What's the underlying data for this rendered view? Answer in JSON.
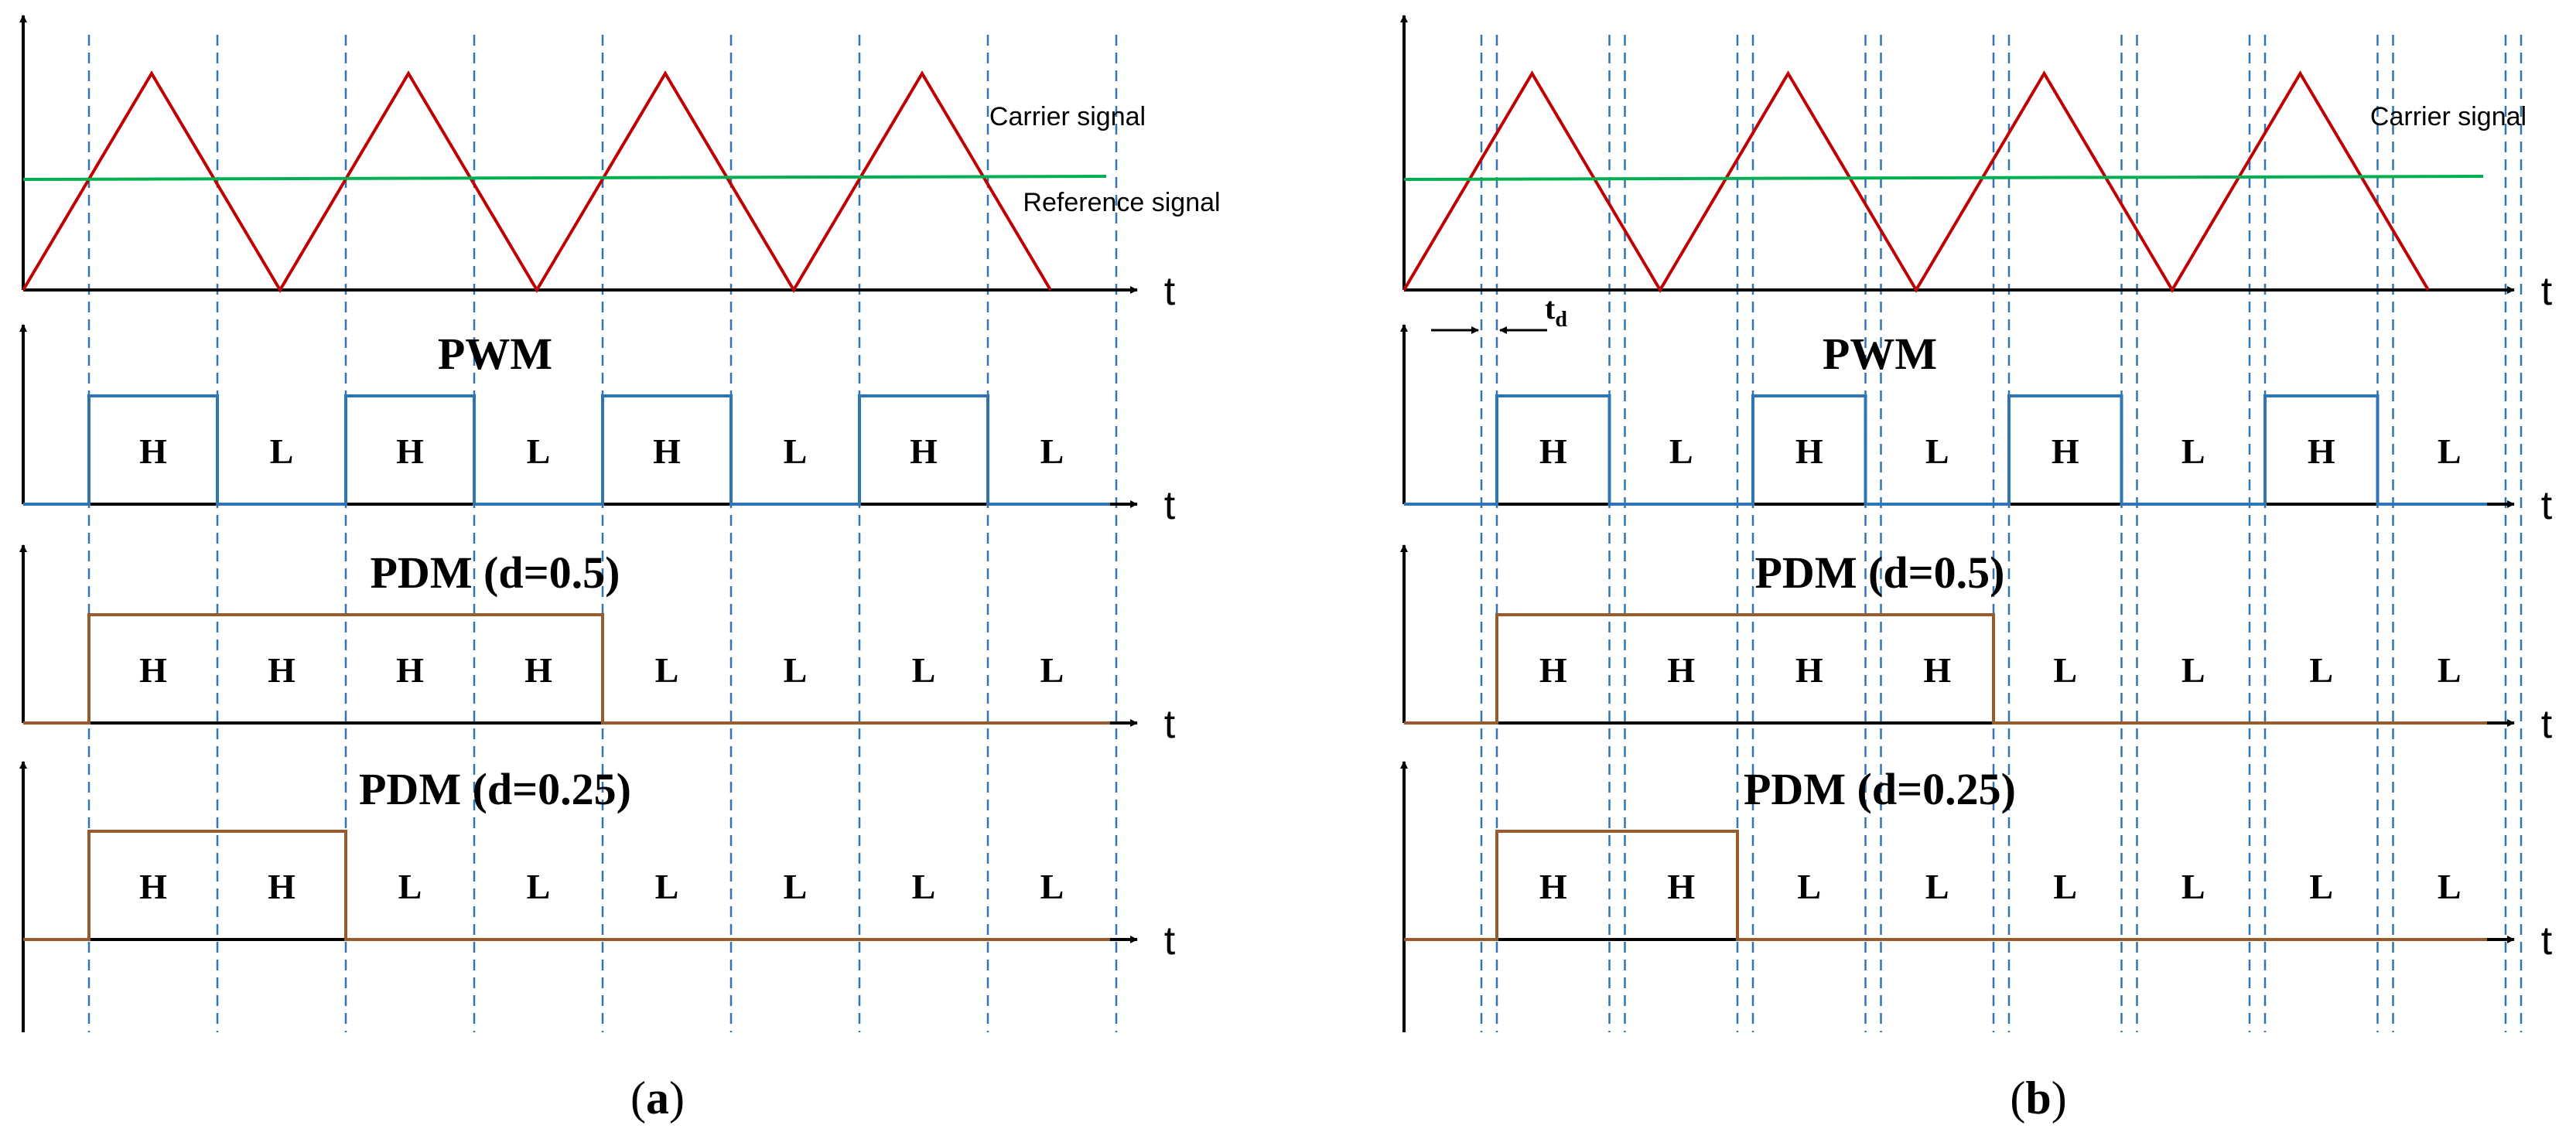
{
  "colors": {
    "carrier": "#c00000",
    "reference": "#00b050",
    "pwm": "#2e75b6",
    "pdm": "#9a5a2c",
    "guide": "#2e75b6",
    "axis": "#000000"
  },
  "axis_label": "t",
  "carrier_label": "Carrier signal",
  "reference_label": "Reference signal",
  "td_label": "t",
  "td_sub": "d",
  "panels": [
    {
      "id": "a",
      "caption_text": "a",
      "show_reference_label": true,
      "dead_time": false,
      "rows": [
        {
          "title": "PWM",
          "color_key": "pwm",
          "states": [
            "H",
            "L",
            "H",
            "L",
            "H",
            "L",
            "H",
            "L"
          ]
        },
        {
          "title": "PDM (d=0.5)",
          "color_key": "pdm",
          "states": [
            "H",
            "H",
            "H",
            "H",
            "L",
            "L",
            "L",
            "L"
          ]
        },
        {
          "title": "PDM (d=0.25)",
          "color_key": "pdm",
          "states": [
            "H",
            "H",
            "L",
            "L",
            "L",
            "L",
            "L",
            "L"
          ]
        }
      ]
    },
    {
      "id": "b",
      "caption_text": "b",
      "show_reference_label": false,
      "dead_time": true,
      "rows": [
        {
          "title": "PWM",
          "color_key": "pwm",
          "states": [
            "H",
            "L",
            "H",
            "L",
            "H",
            "L",
            "H",
            "L"
          ]
        },
        {
          "title": "PDM (d=0.5)",
          "color_key": "pdm",
          "states": [
            "H",
            "H",
            "H",
            "H",
            "L",
            "L",
            "L",
            "L"
          ]
        },
        {
          "title": "PDM (d=0.25)",
          "color_key": "pdm",
          "states": [
            "H",
            "H",
            "L",
            "L",
            "L",
            "L",
            "L",
            "L"
          ]
        }
      ]
    }
  ]
}
